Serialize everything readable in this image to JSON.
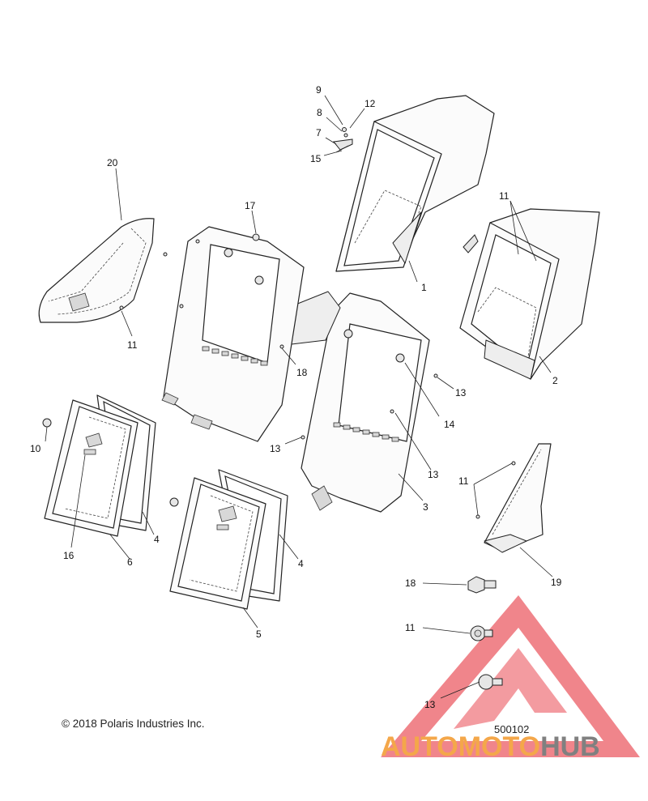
{
  "diagram": {
    "callouts": [
      {
        "id": "c9",
        "label": "9"
      },
      {
        "id": "c8",
        "label": "8"
      },
      {
        "id": "c12",
        "label": "12"
      },
      {
        "id": "c7",
        "label": "7"
      },
      {
        "id": "c15",
        "label": "15"
      },
      {
        "id": "c20",
        "label": "20"
      },
      {
        "id": "c11a",
        "label": "11"
      },
      {
        "id": "c17",
        "label": "17"
      },
      {
        "id": "c11b",
        "label": "11"
      },
      {
        "id": "c1",
        "label": "1"
      },
      {
        "id": "c2",
        "label": "2"
      },
      {
        "id": "c18a",
        "label": "18"
      },
      {
        "id": "c13a",
        "label": "13"
      },
      {
        "id": "c14",
        "label": "14"
      },
      {
        "id": "c10",
        "label": "10"
      },
      {
        "id": "c13b",
        "label": "13"
      },
      {
        "id": "c13c",
        "label": "13"
      },
      {
        "id": "c11c",
        "label": "11"
      },
      {
        "id": "c3",
        "label": "3"
      },
      {
        "id": "c4a",
        "label": "4"
      },
      {
        "id": "c16",
        "label": "16"
      },
      {
        "id": "c6",
        "label": "6"
      },
      {
        "id": "c4b",
        "label": "4"
      },
      {
        "id": "c5",
        "label": "5"
      },
      {
        "id": "c19",
        "label": "19"
      },
      {
        "id": "c18b",
        "label": "18"
      },
      {
        "id": "c11d",
        "label": "11"
      },
      {
        "id": "c13d",
        "label": "13"
      }
    ]
  },
  "footer": {
    "copyright": "© 2018 Polaris Industries Inc.",
    "drawing_number": "500102"
  },
  "watermark": {
    "part_a": "AUTOMOTO",
    "part_b": "HUB",
    "triangle_color": "#e8404a",
    "accent_color": "#f4a74a",
    "gray_color": "#808080"
  }
}
